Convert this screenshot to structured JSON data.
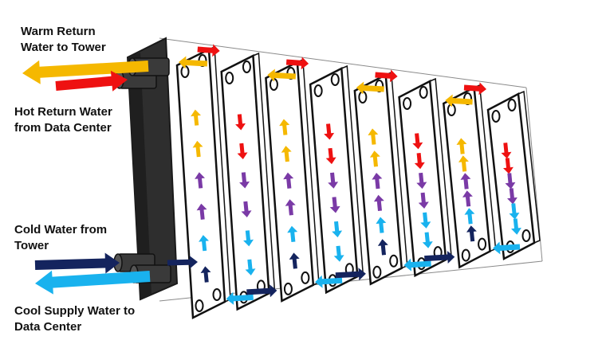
{
  "labels": {
    "warm_return": [
      "Warm Return",
      "Water to Tower"
    ],
    "hot_return": [
      "Hot Return Water",
      "from Data Center"
    ],
    "cold_water": [
      "Cold Water from",
      "Tower"
    ],
    "cool_supply": [
      "Cool Supply Water to",
      "Data Center"
    ]
  },
  "colors": {
    "warm": "#f5b800",
    "hot": "#ee1111",
    "cold": "#14245e",
    "cool": "#19b2ee",
    "mix": "#7a3aa6",
    "frame": "#2e2e2e",
    "plate_edge": "#111111"
  },
  "plates": [
    {
      "channel": "cold",
      "arrows": [
        "warm",
        "warm",
        "mix",
        "mix",
        "cool",
        "cold"
      ]
    },
    {
      "channel": "hot",
      "arrows": [
        "hot",
        "hot",
        "mix",
        "mix",
        "cool",
        "cool"
      ]
    },
    {
      "channel": "cold",
      "arrows": [
        "warm",
        "warm",
        "mix",
        "mix",
        "cool",
        "cold"
      ]
    },
    {
      "channel": "hot",
      "arrows": [
        "hot",
        "hot",
        "mix",
        "mix",
        "cool",
        "cool"
      ]
    },
    {
      "channel": "cold",
      "arrows": [
        "warm",
        "warm",
        "mix",
        "mix",
        "cool",
        "cold"
      ]
    },
    {
      "channel": "hot",
      "arrows": [
        "hot",
        "hot",
        "mix",
        "mix",
        "cool",
        "cool"
      ]
    },
    {
      "channel": "cold",
      "arrows": [
        "warm",
        "warm",
        "mix",
        "mix",
        "cool",
        "cold"
      ]
    },
    {
      "channel": "hot",
      "arrows": [
        "hot",
        "hot",
        "mix",
        "mix",
        "cool",
        "cool"
      ]
    }
  ]
}
